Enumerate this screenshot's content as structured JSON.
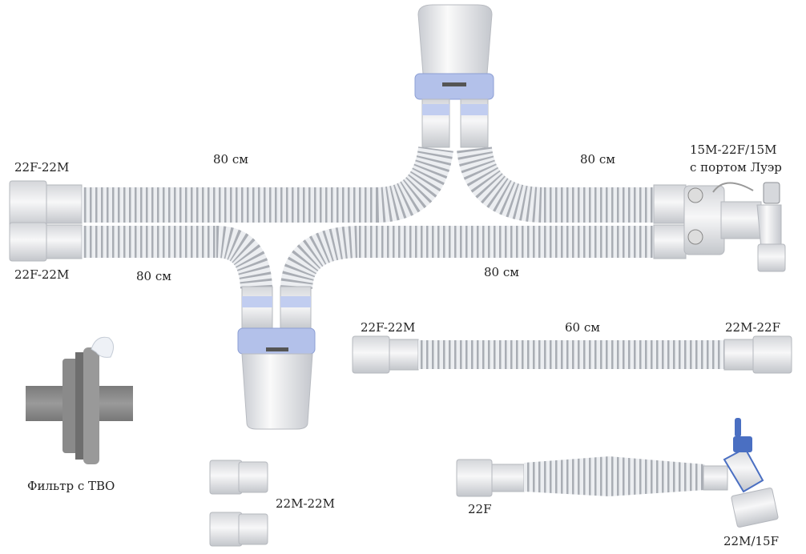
{
  "labels": {
    "upper_left_connector": "22F-22M",
    "upper_left_length": "80 см",
    "upper_right_length": "80 см",
    "ypiece_line1": "15M-22F/15M",
    "ypiece_line2": "с портом Луэр",
    "lower_left_connector": "22F-22M",
    "lower_left_length": "80 см",
    "lower_right_length": "80 см",
    "tube60_left": "22F-22M",
    "tube60_length": "60 см",
    "tube60_right": "22M-22F",
    "filter": "Фильтр с ТВО",
    "adapters": "22M-22M",
    "catheter_left": "22F",
    "catheter_right": "22M/15F"
  },
  "colors": {
    "tube": "#e4e6ea",
    "rib": "#a9adb4",
    "ring_blue": "#aab9e6",
    "filter_grey": "#8e8e8e",
    "mount_blue": "#4a6fc2"
  }
}
